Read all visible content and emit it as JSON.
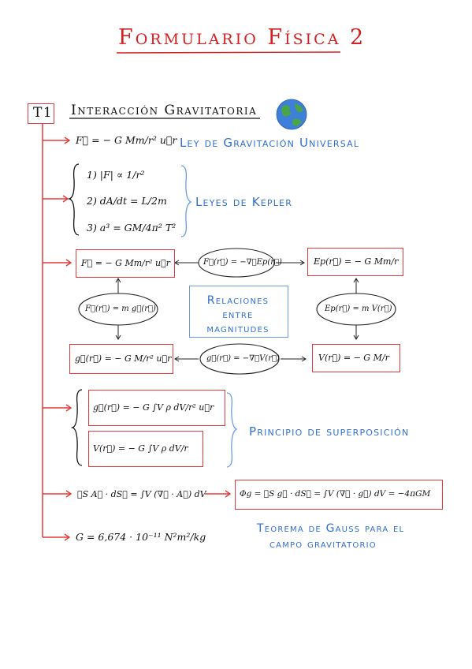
{
  "title": "Formulario Física 2",
  "section": {
    "badge": "T1",
    "heading": "Interacción Gravitatoria"
  },
  "blocks": {
    "newton_formula": "F⃗ = − G Mm/r² u⃗r",
    "newton_label": "Ley de Gravitación Universal",
    "kepler_1": "1) |F| ∝ 1/r²",
    "kepler_2": "2) dA/dt = L/2m",
    "kepler_3": "3) a³ = GM/4π² T²",
    "kepler_label": "Leyes de Kepler",
    "force_box": "F⃗ = − G Mm/r² u⃗r",
    "force_potential": "F⃗(r⃗) = −∇⃗Ep(r⃗)",
    "energy_box": "Ep(r⃗) = − G Mm/r",
    "force_field": "F⃗(r⃗) = m g⃗(r⃗)",
    "relations_label": "Relaciones entre magnitudes",
    "energy_potential": "Ep(r⃗) = m V(r⃗)",
    "field_box": "g⃗(r⃗) = − G M/r² u⃗r",
    "field_potential": "g⃗(r⃗) = −∇⃗V(r⃗)",
    "potential_box": "V(r⃗) = − G M/r",
    "superpos_field": "g⃗(r⃗) = − G ∫V ρ dV/r² u⃗r",
    "superpos_potential": "V(r⃗) = − G ∫V ρ dV/r",
    "superpos_label": "Principio de superposición",
    "divergence_theorem": "∮S A⃗ · dS⃗ = ∫V (∇⃗ · A⃗) dV",
    "gauss_box": "Φg = ∮S g⃗ · dS⃗ = ∫V (∇⃗ · g⃗) dV = −4πGM",
    "gauss_label_1": "Teorema de Gauss para el",
    "gauss_label_2": "campo gravitatorio",
    "constant_g": "G = 6,674 · 10⁻¹¹ N²m²/kg"
  },
  "colors": {
    "red": "#e23a3a",
    "blue": "#2f6fd6",
    "earth_ocean": "#3d7fd9",
    "earth_land": "#4aa548"
  },
  "icons": [
    "earth-icon"
  ]
}
